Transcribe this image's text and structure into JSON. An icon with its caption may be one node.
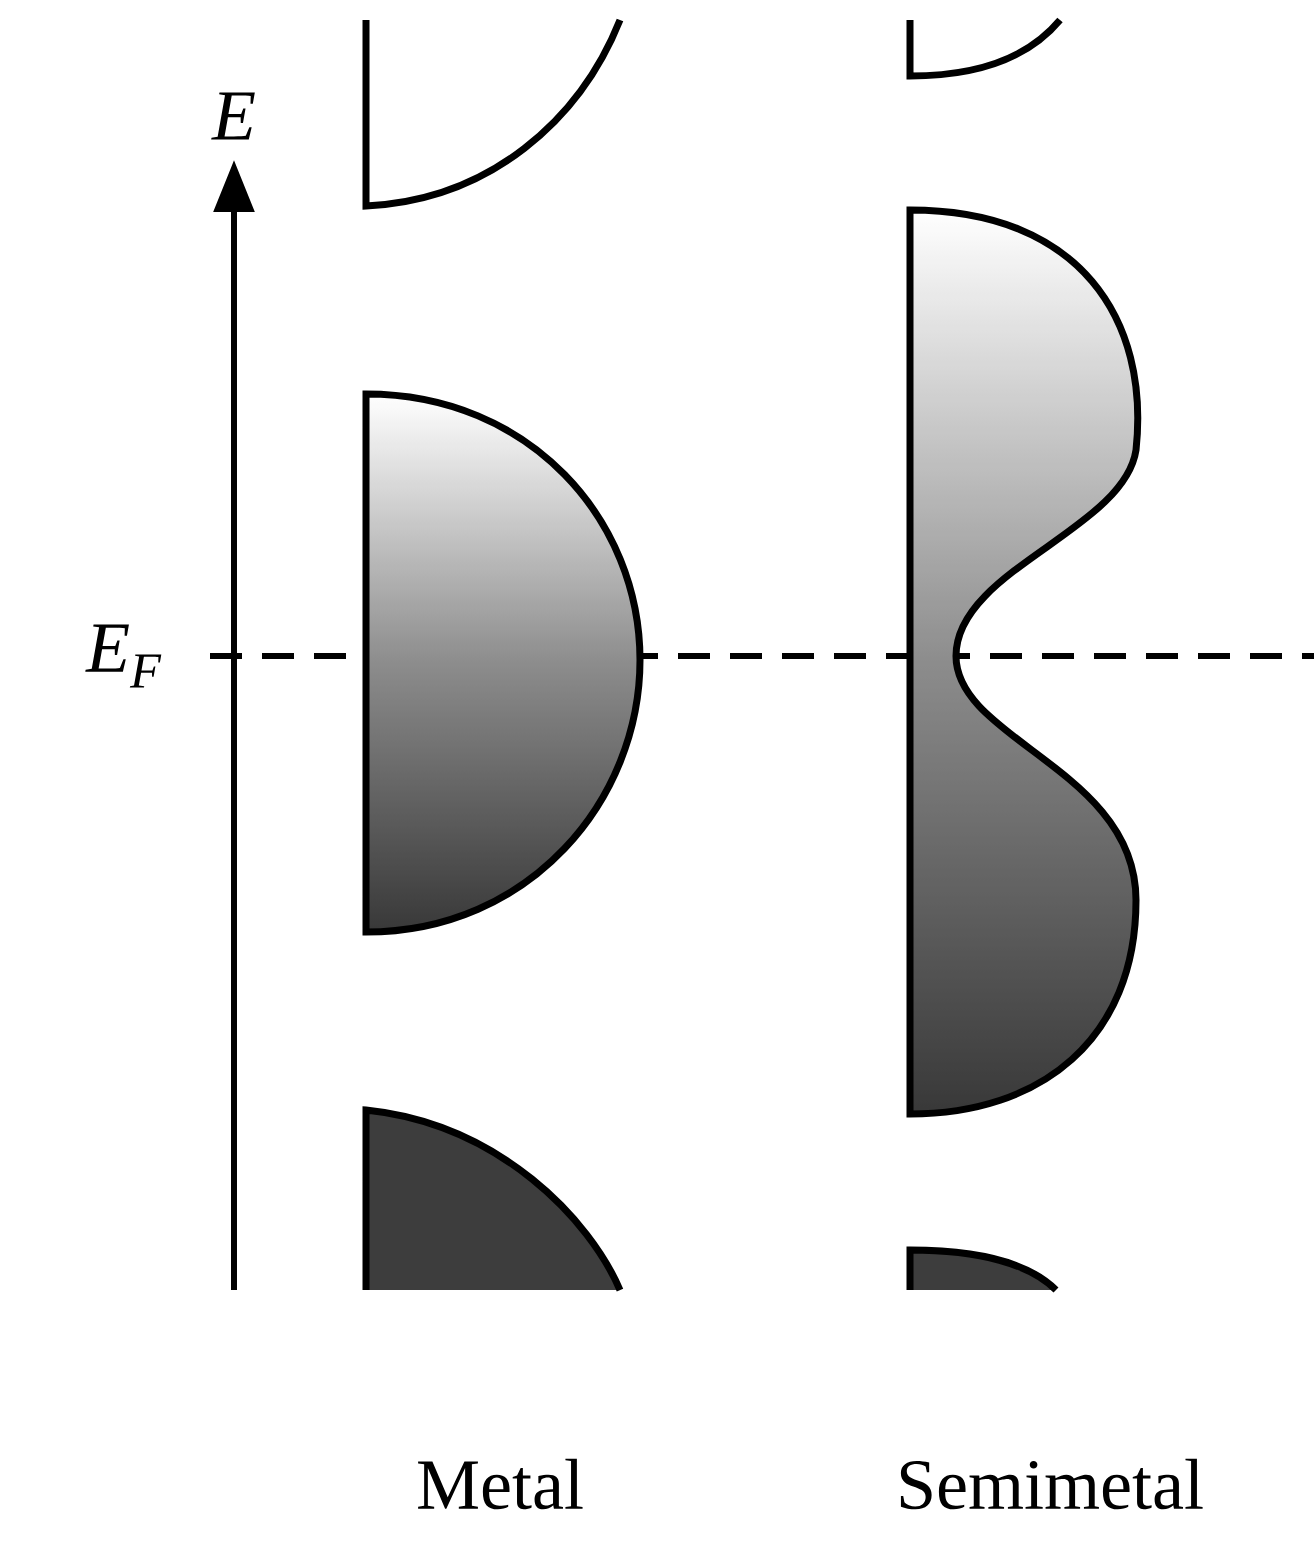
{
  "diagram": {
    "labels": [
      "E",
      "E$_{F}$",
      "Metal",
      "Semimetal"
    ]
  }
}
